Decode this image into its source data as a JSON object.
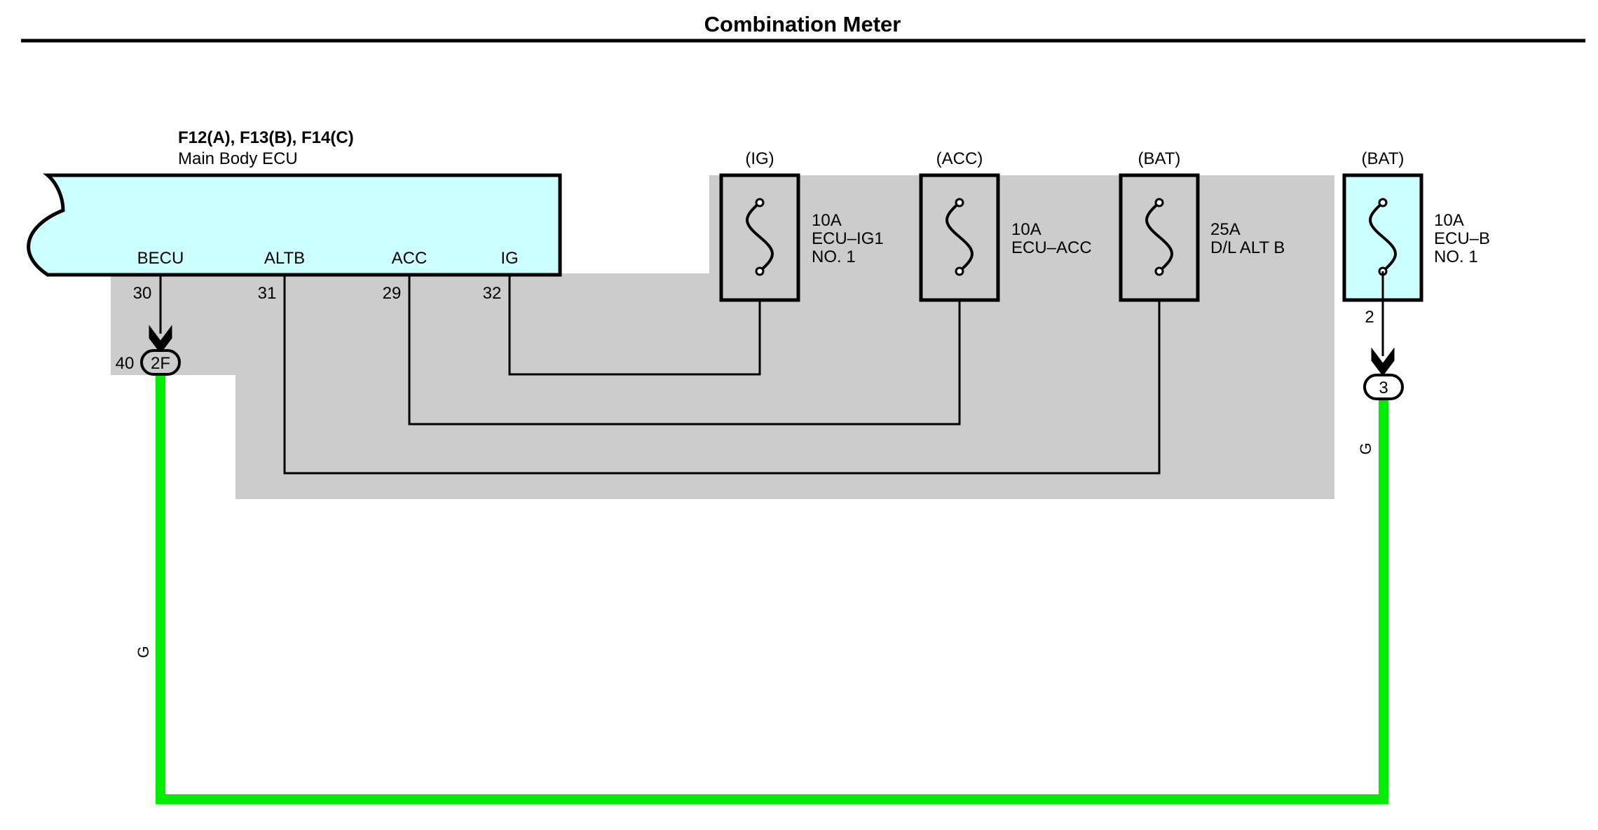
{
  "page": {
    "title": "Combination Meter"
  },
  "ecu": {
    "connector": "F12(A), F13(B), F14(C)",
    "name": "Main Body ECU",
    "terminals": [
      {
        "label": "BECU",
        "pin": "30"
      },
      {
        "label": "ALTB",
        "pin": "31"
      },
      {
        "label": "ACC",
        "pin": "29"
      },
      {
        "label": "IG",
        "pin": "32"
      }
    ]
  },
  "fuses": [
    {
      "source": "(IG)",
      "rating": "10A",
      "name_line1": "ECU–IG1",
      "name_line2": "NO. 1"
    },
    {
      "source": "(ACC)",
      "rating": "10A",
      "name_line1": "ECU–ACC",
      "name_line2": ""
    },
    {
      "source": "(BAT)",
      "rating": "25A",
      "name_line1": "D/L ALT B",
      "name_line2": ""
    },
    {
      "source": "(BAT)",
      "rating": "10A",
      "name_line1": "ECU–B",
      "name_line2": "NO. 1"
    }
  ],
  "connectors": {
    "left": {
      "id": "2F",
      "pin": "40"
    },
    "right": {
      "id": "3",
      "pin": "2"
    }
  },
  "wire": {
    "color_code": "G",
    "color": "#00ee00"
  },
  "colors": {
    "shade": "#cccccc",
    "ecu_fill": "#ccffff",
    "fuse_fill": "#ccffff"
  }
}
